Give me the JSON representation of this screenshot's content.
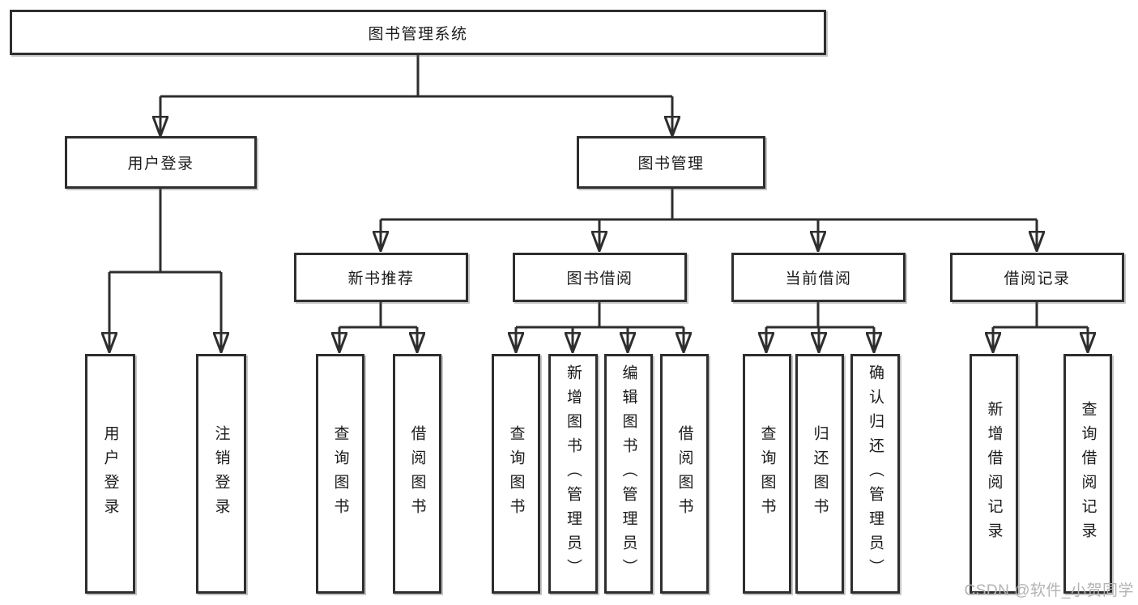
{
  "diagram": {
    "root": {
      "label": "图书管理系统"
    },
    "level2": [
      {
        "label": "用户登录"
      },
      {
        "label": "图书管理"
      }
    ],
    "level3": [
      {
        "label": "新书推荐"
      },
      {
        "label": "图书借阅"
      },
      {
        "label": "当前借阅"
      },
      {
        "label": "借阅记录"
      }
    ],
    "leaves": {
      "user_login": [
        {
          "label": "用户登录"
        },
        {
          "label": "注销登录"
        }
      ],
      "new_book": [
        {
          "label": "查询图书"
        },
        {
          "label": "借阅图书"
        }
      ],
      "book_borrow": [
        {
          "label": "查询图书"
        },
        {
          "label": "新增图书（管理员）"
        },
        {
          "label": "编辑图书（管理员）"
        },
        {
          "label": "借阅图书"
        }
      ],
      "current_borrow": [
        {
          "label": "查询图书"
        },
        {
          "label": "归还图书"
        },
        {
          "label": "确认归还（管理员）"
        }
      ],
      "borrow_records": [
        {
          "label": "新增借阅记录"
        },
        {
          "label": "查询借阅记录"
        }
      ]
    }
  },
  "watermark": {
    "text": "CSDN @软件_小贺同学"
  },
  "colors": {
    "line": "#2e2e2e",
    "box_border": "#2e2e2e",
    "text": "#1b1b1b",
    "watermark": "#b3b3b3",
    "background": "#ffffff"
  }
}
